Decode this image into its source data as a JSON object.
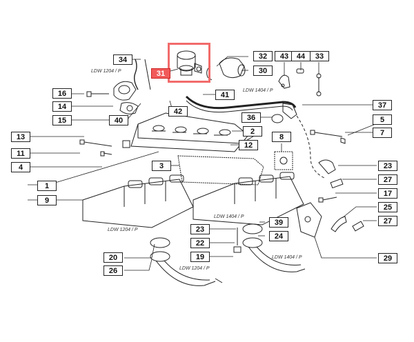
{
  "labels": {
    "l34": "34",
    "l31": "31",
    "l32": "32",
    "l30": "30",
    "l43": "43",
    "l44": "44",
    "l33": "33",
    "l16": "16",
    "l14": "14",
    "l15": "15",
    "l40": "40",
    "l42": "42",
    "l41": "41",
    "l37": "37",
    "l36": "36",
    "l2": "2",
    "l5": "5",
    "l7": "7",
    "l13": "13",
    "l11": "11",
    "l4": "4",
    "l12": "12",
    "l8": "8",
    "l3": "3",
    "l1": "1",
    "l9": "9",
    "l23a": "23",
    "l27a": "27",
    "l17": "17",
    "l25": "25",
    "l27b": "27",
    "l23b": "23",
    "l39": "39",
    "l22": "22",
    "l24": "24",
    "l19": "19",
    "l20": "20",
    "l26": "26",
    "l29": "29"
  },
  "captions": {
    "ldw1204_top": "LDW 1204 / P",
    "ldw1404_top": "LDW 1404 / P",
    "ldw1204_mid": "LDW 1204 / P",
    "ldw1404_mid": "LDW 1404 / P",
    "ldw1204_bot": "LDW 1204 / P",
    "ldw1404_bot": "LDW 1404 / P"
  },
  "highlight": {
    "part": "31",
    "color": "#f26b6b"
  }
}
